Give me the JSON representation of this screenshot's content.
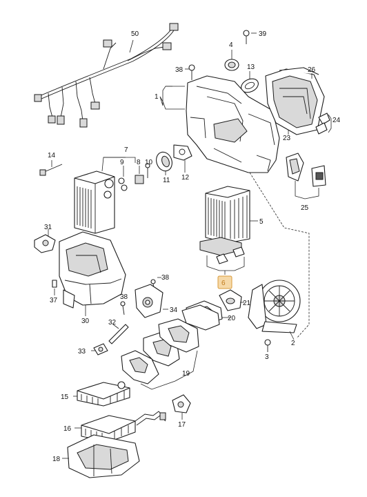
{
  "diagram": {
    "highlight_color": "#f6d9a8",
    "highlight_text_color": "#c07a1a",
    "callouts": {
      "c1": "1",
      "c2": "2",
      "c3": "3",
      "c4": "4",
      "c5": "5",
      "c6": "6",
      "c7": "7",
      "c8": "8",
      "c9": "9",
      "c10": "10",
      "c11": "11",
      "c12": "12",
      "c13": "13",
      "c14": "14",
      "c15": "15",
      "c16": "16",
      "c17": "17",
      "c18": "18",
      "c19": "19",
      "c20": "20",
      "c21": "21",
      "c23": "23",
      "c24": "24",
      "c25": "25",
      "c26": "26",
      "c30": "30",
      "c31": "31",
      "c32": "32",
      "c33": "33",
      "c34": "34",
      "c37": "37",
      "c38a": "38",
      "c38b": "38",
      "c38c": "38",
      "c39": "39",
      "c50": "50"
    }
  }
}
